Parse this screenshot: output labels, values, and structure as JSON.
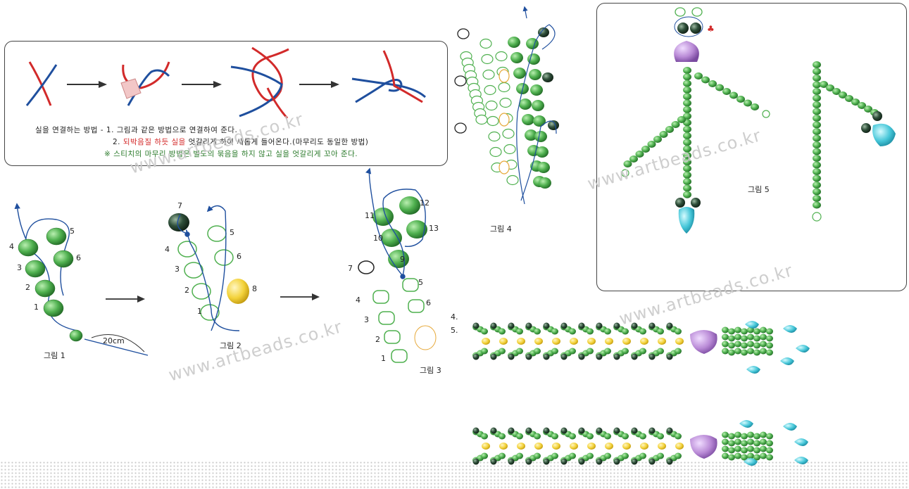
{
  "instructions": {
    "line1": "실을 연결하는 방법 - 1. 그림과 같은 방법으로 연결하여 준다.",
    "line2_prefix": "2. ",
    "line2_red": "되박음질 하듯 실을",
    "line2_rest": " 엇갈리게 하여 새롭게 들어온다.(마무리도 동일한 방법)",
    "line3": "※ 스티치의 마무리 방법은 별도의 묶음을 하지 않고 실을 엇갈리게 꼬아 준다."
  },
  "figures": {
    "fig1": "그림 1",
    "fig2": "그림 2",
    "fig3": "그림 3",
    "fig4": "그림 4",
    "fig5": "그림 5",
    "length": "20cm",
    "step4": "4.",
    "step5": "5."
  },
  "bead_numbers": {
    "fig1": [
      "1",
      "2",
      "3",
      "4",
      "5",
      "6"
    ],
    "fig2": [
      "1",
      "2",
      "3",
      "4",
      "5",
      "6",
      "7",
      "8"
    ],
    "fig3": [
      "1",
      "2",
      "3",
      "4",
      "5",
      "6",
      "7",
      "9",
      "10",
      "11",
      "12",
      "13"
    ]
  },
  "watermark": "www.artbeads.co.kr",
  "colors": {
    "bead_green": "#4fb04f",
    "bead_dark": "#2f4f3a",
    "bead_purple": "#b98ad6",
    "bead_cyan": "#45c6d8",
    "bead_yellow": "#f3d23a",
    "thread_blue": "#1f4f9e",
    "thread_red": "#d22a2a"
  }
}
